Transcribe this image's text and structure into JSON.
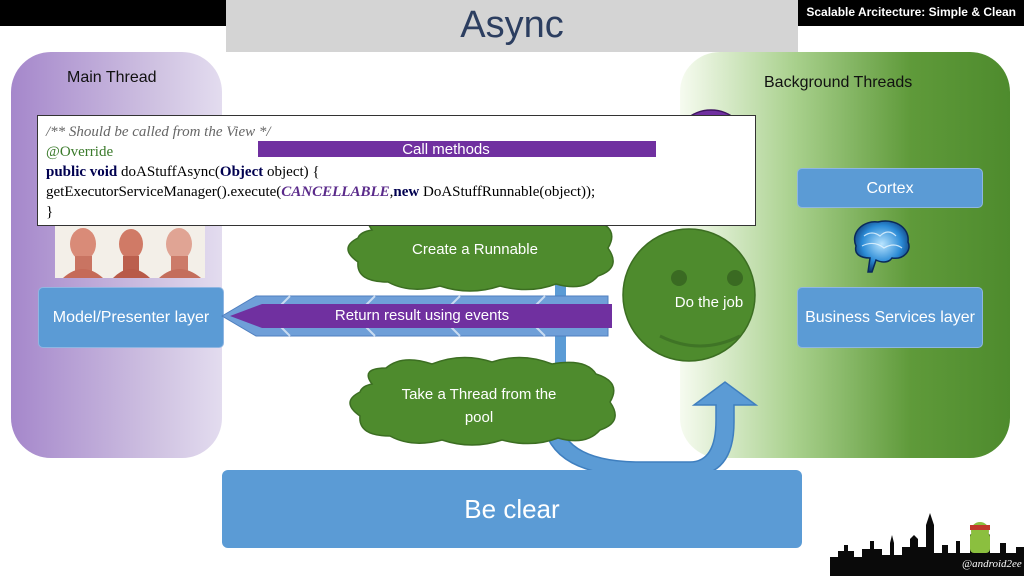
{
  "header": {
    "slide_title": "Async",
    "series_title": "Scalable Arcitecture: Simple & Clean"
  },
  "left_panel": {
    "title": "Main Thread",
    "layer_label": "Model/Presenter layer"
  },
  "right_panel": {
    "title": "Background Threads",
    "cortex_label": "Cortex",
    "business_label": "Business Services layer"
  },
  "code": {
    "comment": "/** Should be called from the View */",
    "annotation": "@Override",
    "line3_kw": "public void",
    "line3_rest1": " doAStuffAsync(",
    "line3_type": "Object",
    "line3_rest2": " object) {",
    "line4_call": "getExecutorServiceManager().execute(",
    "line4_const": "CANCELLABLE",
    "line4_sep": ",",
    "line4_new": "new",
    "line4_rest": " DoAStuffRunnable(object));",
    "close": "}"
  },
  "flow": {
    "call_methods": "Call methods",
    "create_runnable": "Create a Runnable",
    "return_result": "Return result using events",
    "take_thread": "Take a Thread from the pool",
    "do_job": "Do the job"
  },
  "footer": {
    "be_clear": "Be clear",
    "handle": "@android2ee"
  },
  "colors": {
    "purple_arrow": "#7030a0",
    "blue": "#5b9bd5",
    "green": "#5e9a38",
    "smiley_purple": "#7030a0"
  }
}
